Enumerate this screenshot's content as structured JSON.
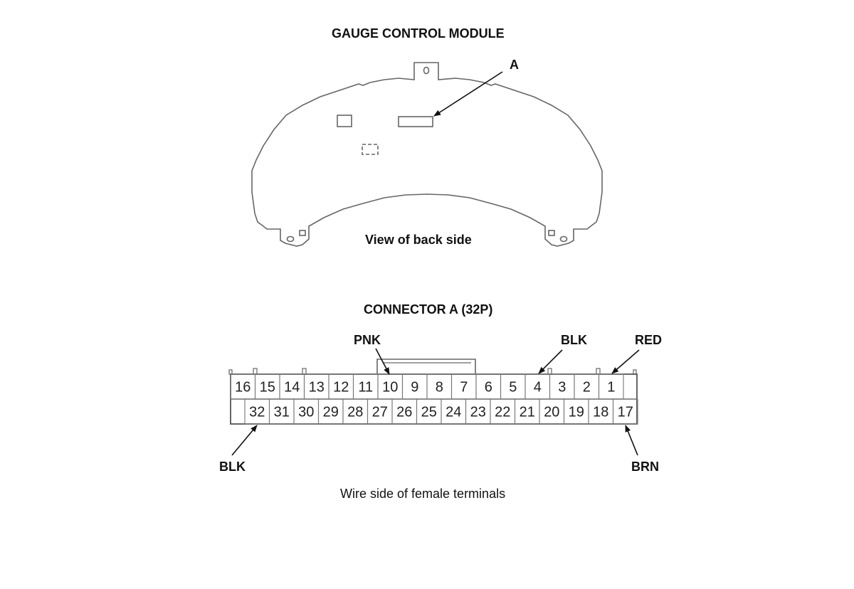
{
  "module": {
    "title": "GAUGE CONTROL MODULE",
    "callout": "A",
    "view_caption": "View of back side"
  },
  "connector": {
    "title": "CONNECTOR A (32P)",
    "caption": "Wire side of female terminals",
    "top_row": [
      "16",
      "15",
      "14",
      "13",
      "12",
      "11",
      "10",
      "9",
      "8",
      "7",
      "6",
      "5",
      "4",
      "3",
      "2",
      "1"
    ],
    "bottom_row": [
      "32",
      "31",
      "30",
      "29",
      "28",
      "27",
      "26",
      "25",
      "24",
      "23",
      "22",
      "21",
      "20",
      "19",
      "18",
      "17"
    ],
    "wire_labels": {
      "pnk": "PNK",
      "blk_top": "BLK",
      "red": "RED",
      "blk_bottom": "BLK",
      "brn": "BRN"
    }
  },
  "colors": {
    "line": "#555555",
    "text": "#111111"
  }
}
